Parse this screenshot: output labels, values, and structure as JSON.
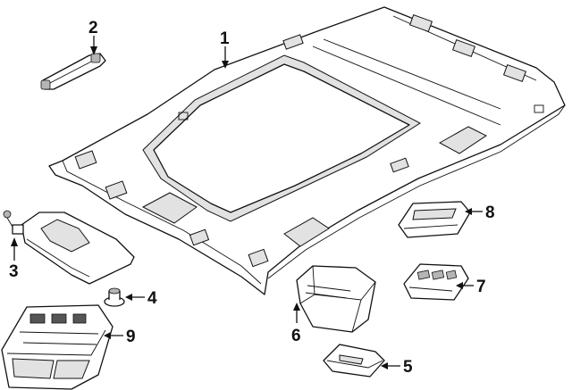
{
  "diagram": {
    "callouts": [
      {
        "id": "1",
        "label": "1"
      },
      {
        "id": "2",
        "label": "2"
      },
      {
        "id": "3",
        "label": "3"
      },
      {
        "id": "4",
        "label": "4"
      },
      {
        "id": "5",
        "label": "5"
      },
      {
        "id": "6",
        "label": "6"
      },
      {
        "id": "7",
        "label": "7"
      },
      {
        "id": "8",
        "label": "8"
      },
      {
        "id": "9",
        "label": "9"
      }
    ],
    "colors": {
      "line": "#111111",
      "background": "#ffffff",
      "shade": "#e2e2e2"
    }
  }
}
